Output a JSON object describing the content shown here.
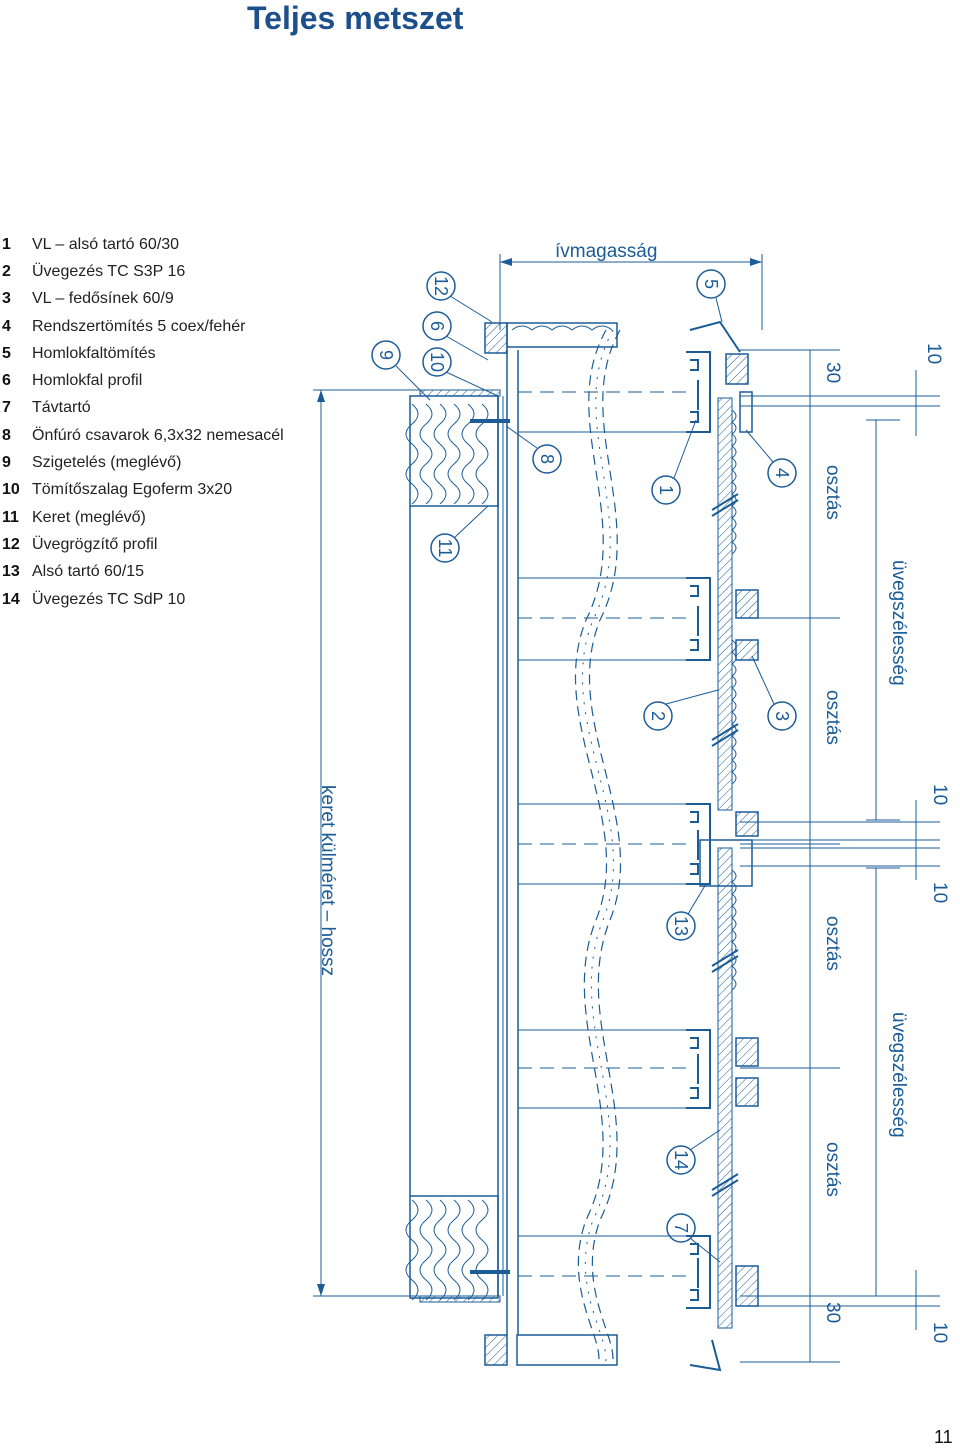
{
  "page": {
    "title": "Teljes metszet",
    "page_number": "11"
  },
  "legend": [
    {
      "num": "1",
      "label": "VL – alsó tartó 60/30"
    },
    {
      "num": "2",
      "label": "Üvegezés TC S3P 16"
    },
    {
      "num": "3",
      "label": "VL – fedősínek 60/9"
    },
    {
      "num": "4",
      "label": "Rendszertömítés 5 coex/fehér"
    },
    {
      "num": "5",
      "label": "Homlokfaltömítés"
    },
    {
      "num": "6",
      "label": "Homlokfal profil"
    },
    {
      "num": "7",
      "label": "Távtartó"
    },
    {
      "num": "8",
      "label": "Önfúró csavarok 6,3x32 nemesacél"
    },
    {
      "num": "9",
      "label": "Szigetelés (meglévő)"
    },
    {
      "num": "10",
      "label": "Tömítőszalag Egoferm 3x20"
    },
    {
      "num": "11",
      "label": "Keret (meglévő)"
    },
    {
      "num": "12",
      "label": "Üvegrögzítő profil"
    },
    {
      "num": "13",
      "label": "Alsó tartó 60/15"
    },
    {
      "num": "14",
      "label": "Üvegezés TC SdP 10"
    }
  ],
  "dimensions": {
    "ivmagassag": "ívmagasság",
    "keret_kulmeret": "keret külméret – hossz",
    "osztas": "osztás",
    "uvegszelesseg": "üvegszélesség",
    "d30": "30",
    "d10": "10"
  },
  "callouts": [
    "12",
    "6",
    "10",
    "9",
    "5",
    "8",
    "1",
    "4",
    "11",
    "2",
    "3",
    "13",
    "14",
    "7"
  ],
  "colors": {
    "title": "#1d4f8c",
    "drawing": "#1b5c97"
  }
}
